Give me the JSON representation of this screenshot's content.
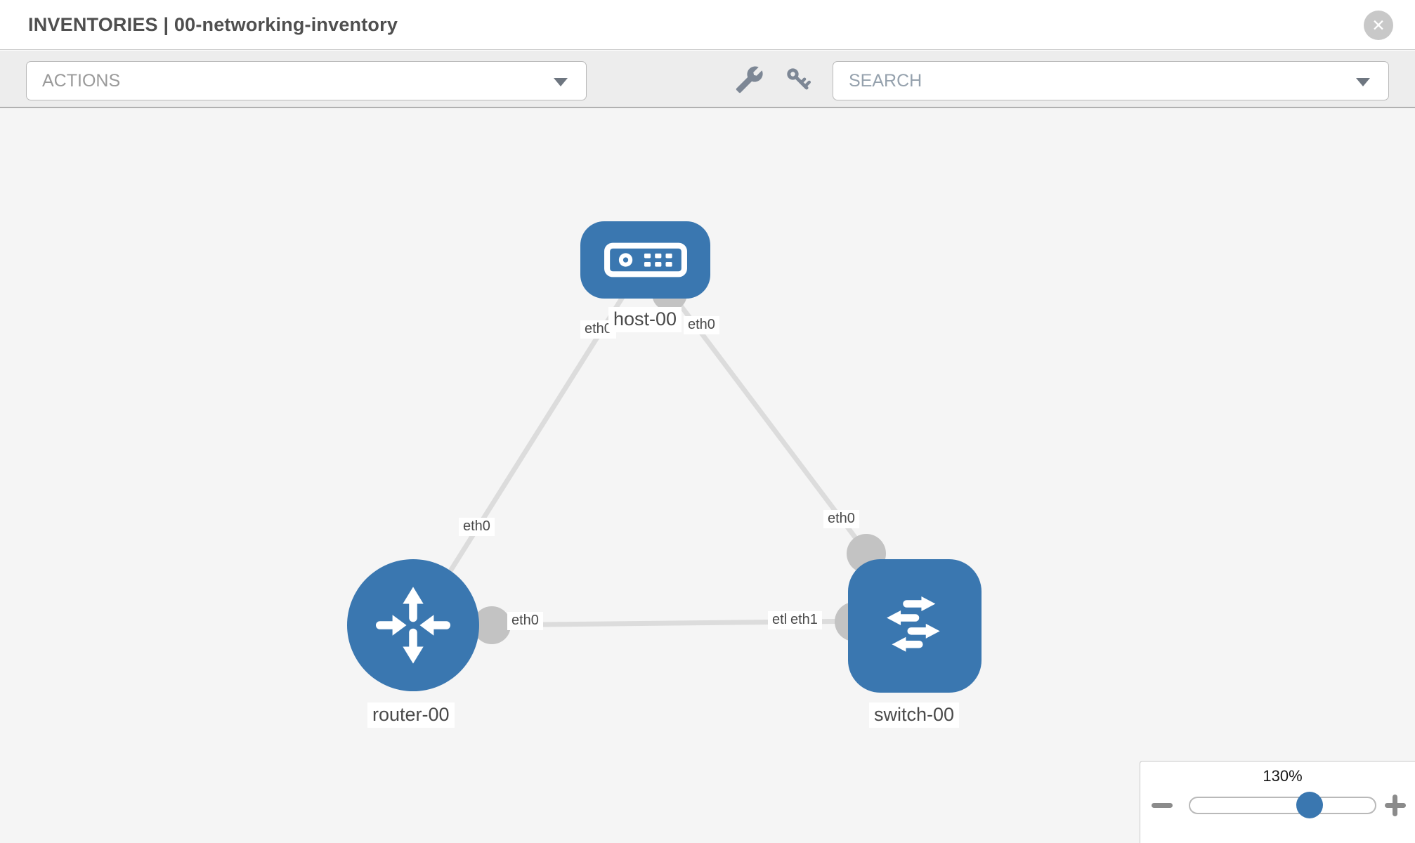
{
  "header": {
    "title": "INVENTORIES | 00-networking-inventory",
    "close_glyph": "✕"
  },
  "toolbar": {
    "actions_label": "ACTIONS",
    "search_placeholder": "SEARCH"
  },
  "topology": {
    "nodes": [
      {
        "name": "host-00",
        "type": "host"
      },
      {
        "name": "router-00",
        "type": "router"
      },
      {
        "name": "switch-00",
        "type": "switch"
      }
    ],
    "links": [
      {
        "from": "host-00",
        "from_interface": "eth0",
        "to": "router-00",
        "to_interface": "eth0"
      },
      {
        "from": "host-00",
        "from_interface": "eth0",
        "to": "switch-00",
        "to_interface": "eth0"
      },
      {
        "from": "router-00",
        "from_interface": "eth0",
        "to": "switch-00",
        "to_interface": "eth1"
      }
    ],
    "overlap_back_label": "eth0"
  },
  "zoom_control": {
    "level": "130%"
  },
  "colors": {
    "node_blue": "#3a77b0",
    "link_gray": "#dcdcdc",
    "port_gray": "#c3c3c3",
    "toolbar_bg": "#ededed",
    "canvas_bg": "#f5f5f5"
  }
}
